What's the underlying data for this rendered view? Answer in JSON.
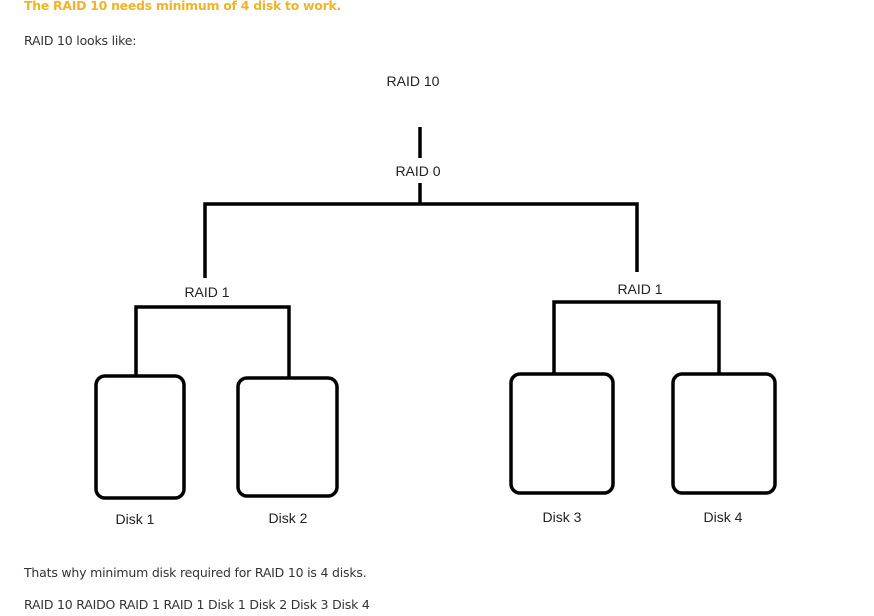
{
  "heading": "The RAID 10 needs minimum of 4 disk to work.",
  "intro": "RAID 10 looks like:",
  "diagram": {
    "root_label": "RAID 10",
    "stripe_label": "RAID 0",
    "mirrors": [
      {
        "label": "RAID 1",
        "disks": [
          "Disk 1",
          "Disk 2"
        ]
      },
      {
        "label": "RAID 1",
        "disks": [
          "Disk 3",
          "Disk 4"
        ]
      }
    ]
  },
  "conclusion": "Thats why minimum disk required for RAID 10 is 4 disks.",
  "alt_text": "RAID 10 RAIDO RAID 1 RAID 1 Disk 1 Disk 2 Disk 3 Disk 4",
  "colors": {
    "heading": "#f0b429"
  }
}
